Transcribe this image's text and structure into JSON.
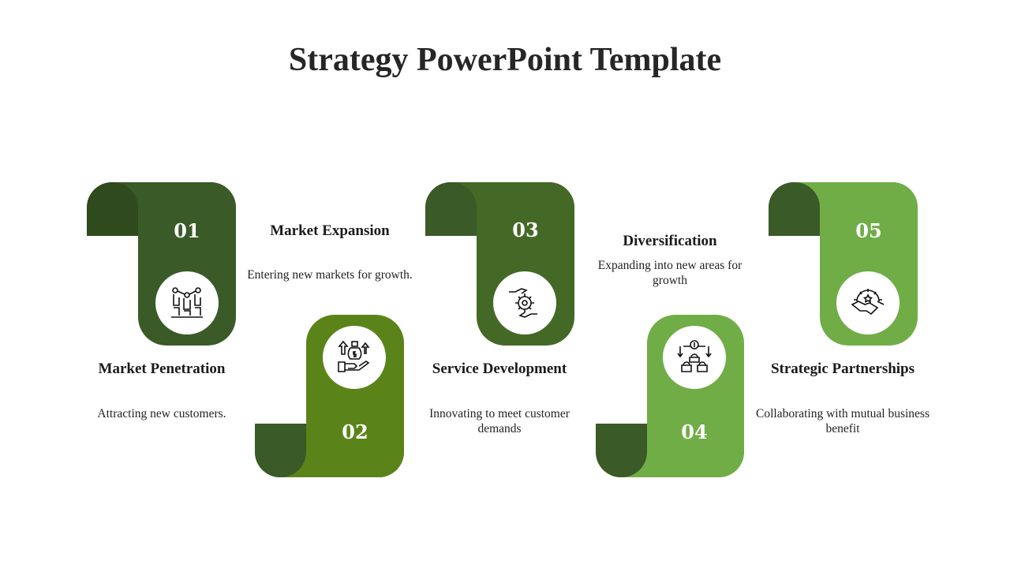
{
  "title": "Strategy PowerPoint Template",
  "steps": [
    {
      "number": "01",
      "heading": "Market Penetration",
      "description": "Attracting new customers.",
      "icon": "hands-network-icon",
      "color": "#3a5a27",
      "tab_color": "#2f4a1c"
    },
    {
      "number": "02",
      "heading": "Market Expansion",
      "description": "Entering new markets for growth.",
      "icon": "money-hand-growth-icon",
      "color": "#5a8419",
      "tab_color": "#3a5a27"
    },
    {
      "number": "03",
      "heading": "Service Development",
      "description": "Innovating to meet customer demands",
      "icon": "gear-hands-icon",
      "color": "#446927",
      "tab_color": "#3a5a27"
    },
    {
      "number": "04",
      "heading": "Diversification",
      "description": "Expanding into new areas for growth",
      "icon": "baskets-dollar-icon",
      "color": "#70ad47",
      "tab_color": "#3a5a27"
    },
    {
      "number": "05",
      "heading": "Strategic Partnerships",
      "description": "Collaborating  with mutual business benefit",
      "icon": "handshake-gear-icon",
      "color": "#70ad47",
      "tab_color": "#3a5a27"
    }
  ]
}
